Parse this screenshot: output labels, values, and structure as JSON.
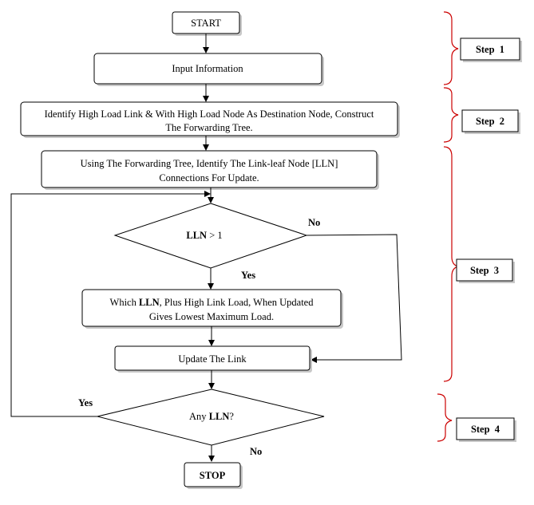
{
  "flow": {
    "start": "START",
    "input": "Input Information",
    "identify_line1": "Identify High Load Link & With High Load Node As Destination Node, Construct",
    "identify_line2": "The Forwarding Tree.",
    "using_line1": "Using The Forwarding Tree, Identify The Link-leaf Node [LLN]",
    "using_line2": "Connections For Update.",
    "decision1_bold": "LLN",
    "decision1_rest": " > 1",
    "decision1_no": "No",
    "decision1_yes": "Yes",
    "which_pre": "Which ",
    "which_bold": "LLN",
    "which_post": ", Plus High Link Load, When Updated",
    "which_line2": "Gives Lowest Maximum Load.",
    "update": "Update The Link",
    "decision2_pre": "Any ",
    "decision2_bold": "LLN",
    "decision2_post": "?",
    "decision2_yes": "Yes",
    "decision2_no": "No",
    "stop": "STOP"
  },
  "steps": [
    "Step  1",
    "Step  2",
    "Step  3",
    "Step  4"
  ],
  "colors": {
    "brace": "#cc0000",
    "stroke": "#000000",
    "shadow": "#c8c8c8"
  }
}
